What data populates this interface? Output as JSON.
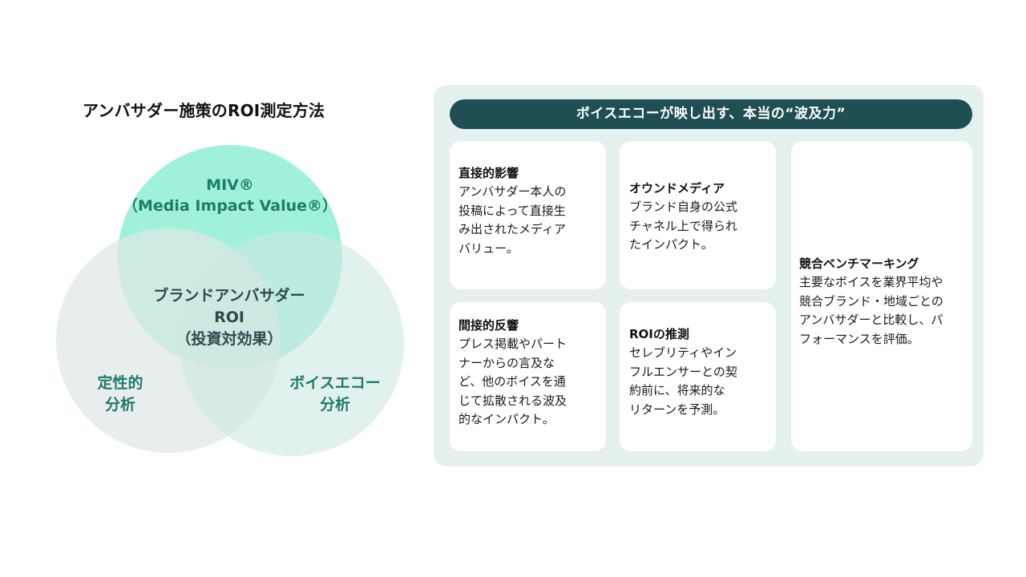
{
  "venn": {
    "title": "アンバサダー施策のROI測定方法",
    "circles": {
      "miv": {
        "lines": [
          "MIV®",
          "（Media Impact Value®）"
        ],
        "color": "#8ef0d2"
      },
      "qualitative": {
        "lines": [
          "定性的",
          "分析"
        ],
        "color": "#dfe6e6"
      },
      "voice_echo": {
        "lines": [
          "ボイスエコー",
          "分析"
        ],
        "color": "#cfe8e2"
      }
    },
    "center": {
      "lines": [
        "ブランドアンバサダー",
        "ROI",
        "（投資対効果）"
      ]
    }
  },
  "panel": {
    "header": "ボイスエコーが映し出す、本当の“波及力”",
    "colors": {
      "background": "#e4f1ee",
      "header": "#1f4f52"
    },
    "cards": [
      {
        "title": "直接的影響",
        "lines": [
          "アンバサダー本人の",
          "投稿によって直接生",
          "み出されたメディア",
          "バリュー。"
        ]
      },
      {
        "title": "オウンドメディア",
        "lines": [
          "ブランド自身の公式",
          "チャネル上で得られ",
          "たインパクト。"
        ]
      },
      {
        "title": "競合ベンチマーキング",
        "lines": [
          "主要なボイスを業界平均や",
          "競合ブランド・地域ごとの",
          "アンバサダーと比較し、パ",
          "フォーマンスを評価。"
        ]
      },
      {
        "title": "間接的反響",
        "lines": [
          "プレス掲載やパート",
          "ナーからの言及な",
          "ど、他のボイスを通",
          "じて拡散される波及",
          "的なインパクト。"
        ]
      },
      {
        "title": "ROIの推測",
        "lines": [
          "セレブリティやイン",
          "フルエンサーとの契",
          "約前に、将来的な",
          "リターンを予測。"
        ]
      }
    ]
  }
}
